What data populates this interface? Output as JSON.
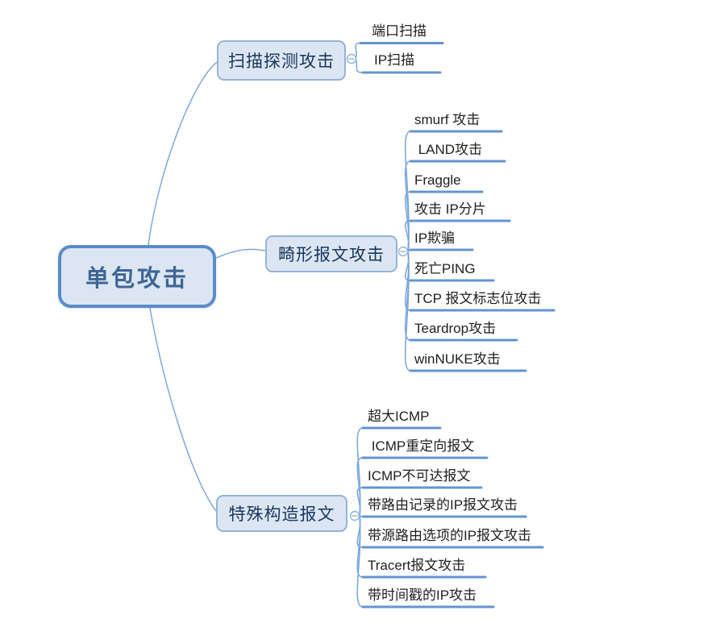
{
  "diagram": {
    "title": "单包攻击 mind map",
    "root": {
      "label": "单包攻击"
    },
    "branches": [
      {
        "label": "扫描探测攻击",
        "toggle_icon": "minus",
        "children": [
          "端口扫描",
          "IP扫描"
        ]
      },
      {
        "label": "畸形报文攻击",
        "toggle_icon": "minus",
        "children": [
          "smurf 攻击",
          " LAND攻击",
          "Fraggle",
          "攻击 IP分片",
          "IP欺骗",
          "死亡PING",
          "TCP 报文标志位攻击",
          "Teardrop攻击",
          "winNUKE攻击"
        ]
      },
      {
        "label": "特殊构造报文",
        "toggle_icon": "minus",
        "children": [
          "超大ICMP",
          " ICMP重定向报文",
          "ICMP不可达报文",
          "带路由记录的IP报文攻击",
          "带源路由选项的IP报文攻击",
          "Tracert报文攻击",
          "带时间戳的IP攻击"
        ]
      }
    ],
    "colors": {
      "node_fill": "#dce6f2",
      "root_border": "#5b8bc9",
      "branch_border": "#95b3d7",
      "root_text": "#3e6596",
      "branch_text": "#17375e",
      "leaf_text": "#1f1f1f",
      "connector_line": "#7fa8dd",
      "leaf_underline": "#6494d1",
      "background": "#ffffff"
    }
  }
}
